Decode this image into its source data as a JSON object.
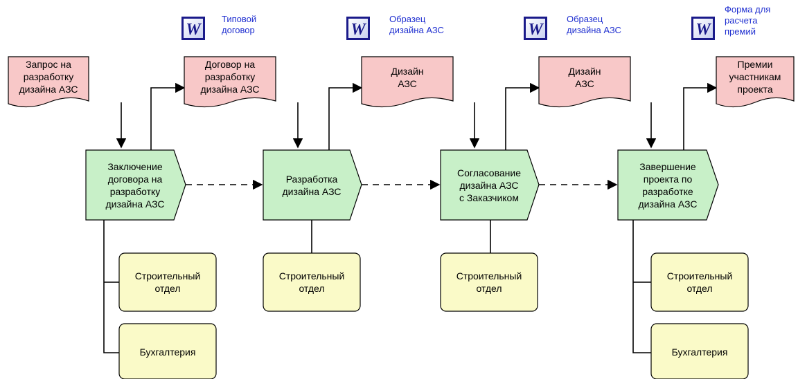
{
  "word_links": [
    {
      "icon": "word-doc-icon",
      "label": "Типовой\nдоговор",
      "color": "#1f2fd0"
    },
    {
      "icon": "word-doc-icon",
      "label": "Образец\nдизайна АЗС",
      "color": "#1f2fd0"
    },
    {
      "icon": "word-doc-icon",
      "label": "Образец\nдизайна АЗС",
      "color": "#1f2fd0"
    },
    {
      "icon": "word-doc-icon",
      "label": "Форма для\nрасчета\nпремий",
      "color": "#1f2fd0"
    }
  ],
  "documents": [
    {
      "label": "Запрос на\nразработку\nдизайна АЗС",
      "color": "#f8c8c8"
    },
    {
      "label": "Договор на\nразработку\nдизайна АЗС",
      "color": "#f8c8c8"
    },
    {
      "label": "Дизайн\nАЗС",
      "color": "#f8c8c8"
    },
    {
      "label": "Дизайн\nАЗС",
      "color": "#f8c8c8"
    },
    {
      "label": "Премии\nучастникам\nпроекта",
      "color": "#f8c8c8"
    }
  ],
  "processes": [
    {
      "label": "Заключение\nдоговора на\nразработку\nдизайна АЗС",
      "color": "#c8f0c8"
    },
    {
      "label": "Разработка\nдизайна АЗС",
      "color": "#c8f0c8"
    },
    {
      "label": "Согласование\nдизайна АЗС\nс Заказчиком",
      "color": "#c8f0c8"
    },
    {
      "label": "Завершение\nпроекта по\nразработке\nдизайна АЗС",
      "color": "#c8f0c8"
    }
  ],
  "roles": [
    {
      "label": "Строительный\nотдел",
      "color": "#fafac8"
    },
    {
      "label": "Бухгалтерия",
      "color": "#fafac8"
    },
    {
      "label": "Строительный\nотдел",
      "color": "#fafac8"
    },
    {
      "label": "Строительный\nотдел",
      "color": "#fafac8"
    },
    {
      "label": "Строительный\nотдел",
      "color": "#fafac8"
    },
    {
      "label": "Бухгалтерия",
      "color": "#fafac8"
    }
  ]
}
